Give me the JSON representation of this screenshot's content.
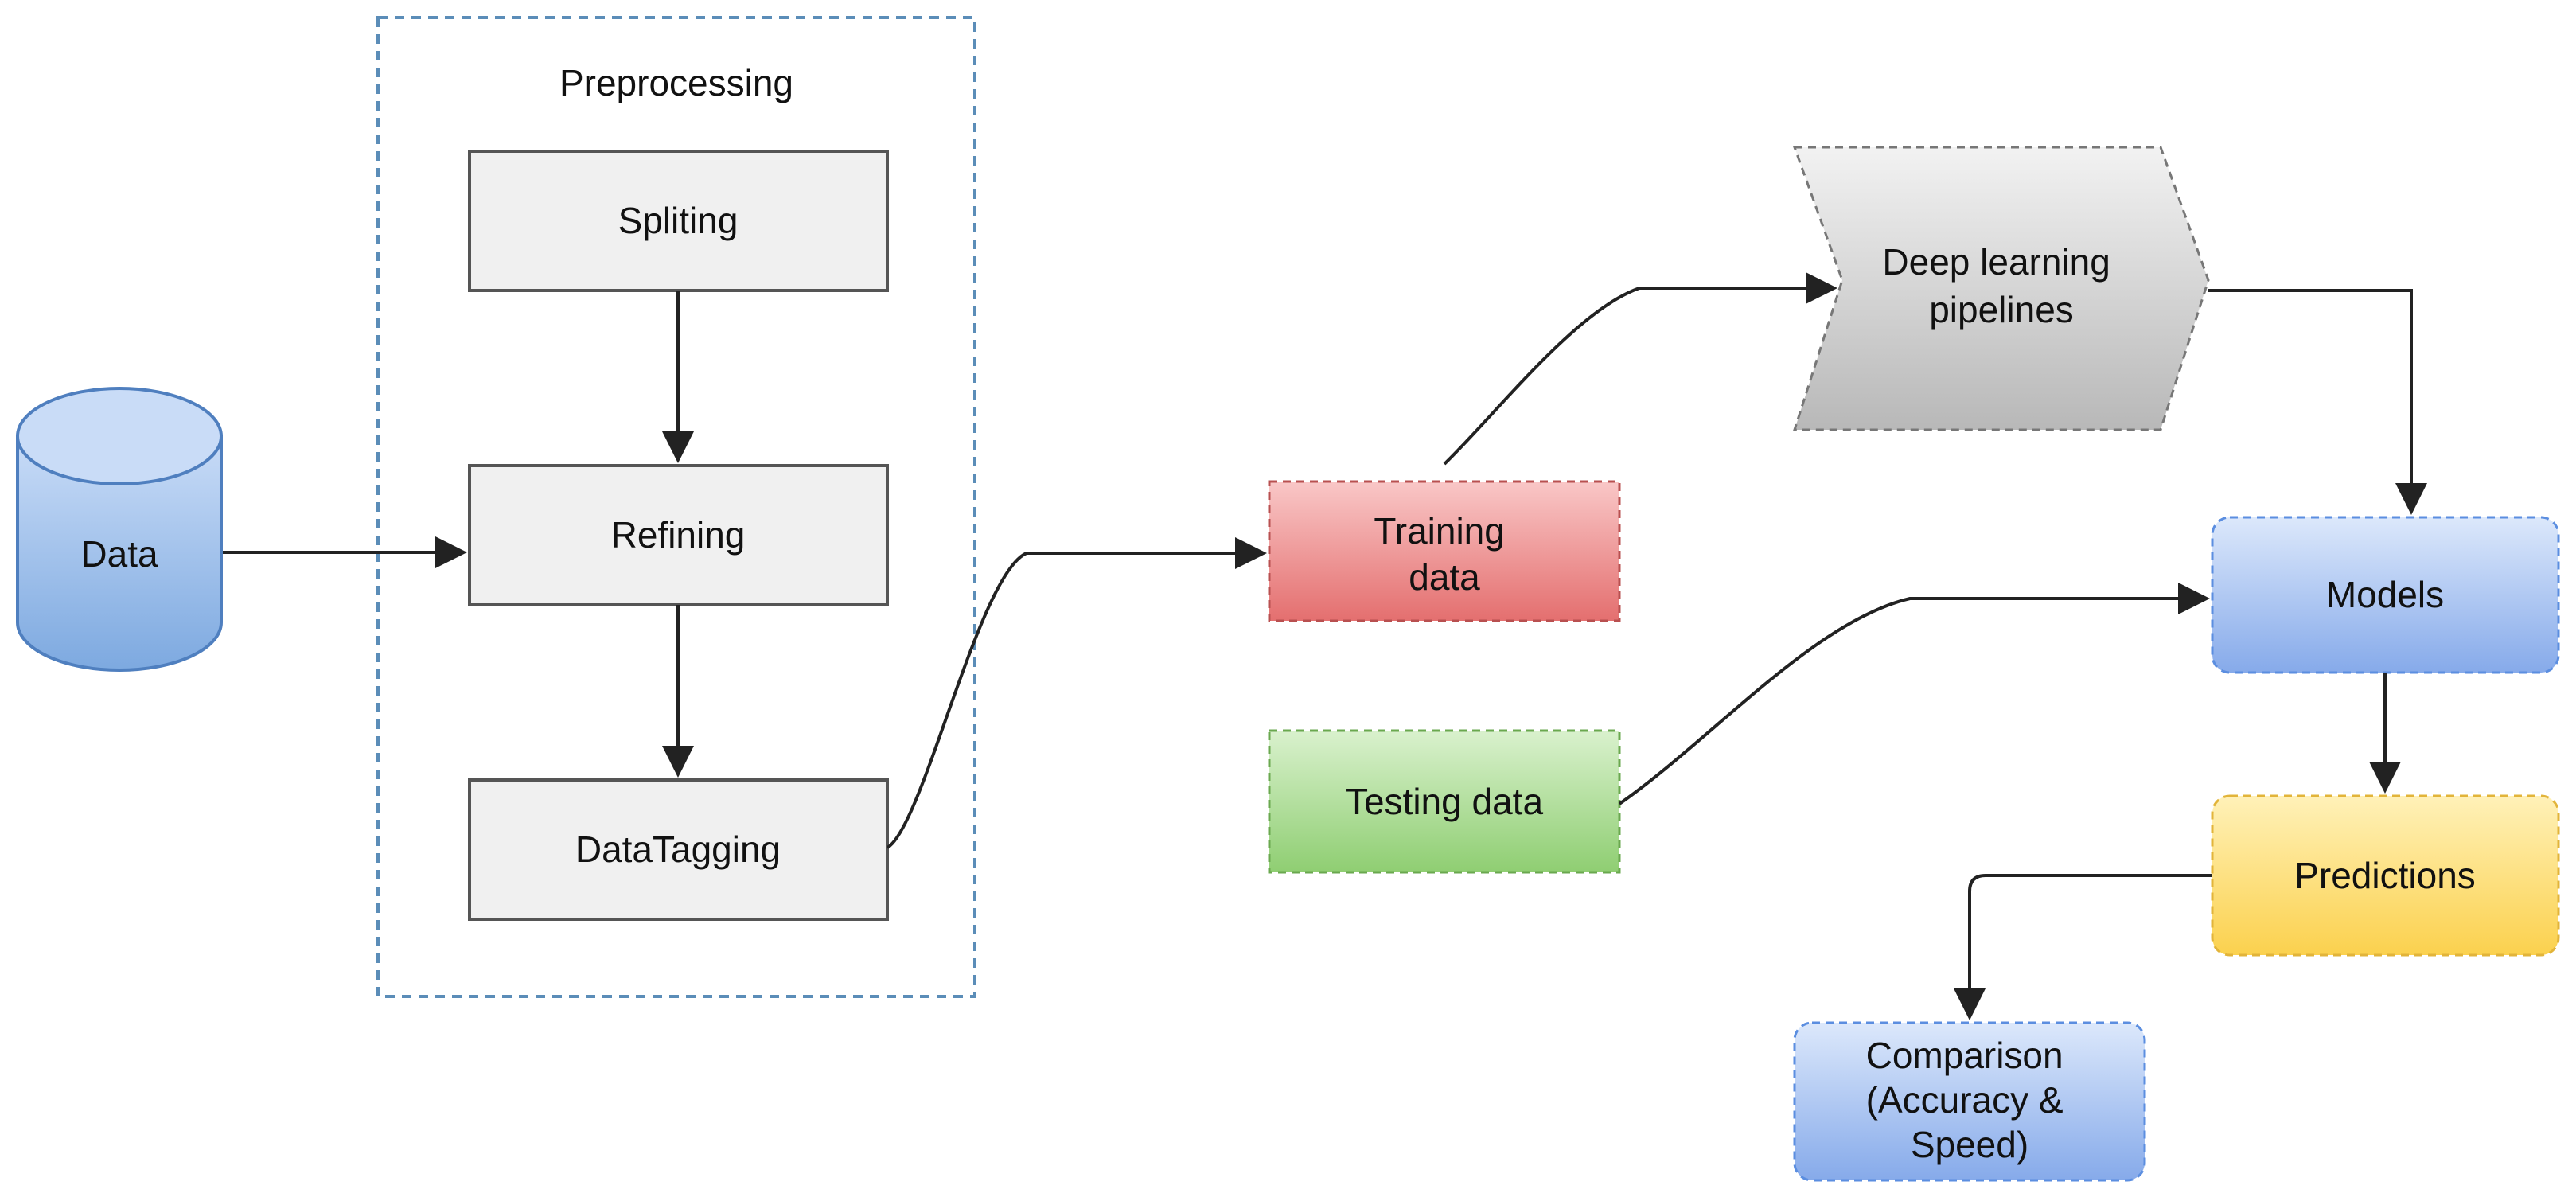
{
  "diagram": {
    "group": {
      "title": "Preprocessing"
    },
    "nodes": {
      "data": {
        "label": "Data",
        "fill": "#7da9e0"
      },
      "spliting": {
        "label": "Spliting",
        "fill": "#f0f0f0"
      },
      "refining": {
        "label": "Refining",
        "fill": "#f0f0f0"
      },
      "data_tagging": {
        "label": "DataTagging",
        "fill": "#f0f0f0"
      },
      "training_data": {
        "label_line1": "Training",
        "label_line2": "data",
        "fill": "#ee8a8a"
      },
      "testing_data": {
        "label": "Testing data",
        "fill": "#a5d98f"
      },
      "deep_learning": {
        "label_line1": "Deep learning",
        "label_line2": "pipelines",
        "fill": "#cfcfcf"
      },
      "models": {
        "label": "Models",
        "fill": "#9fbdf0"
      },
      "predictions": {
        "label": "Predictions",
        "fill": "#fde27a"
      },
      "comparison": {
        "label_line1": "Comparison",
        "label_line2": "(Accuracy &",
        "label_line3": "Speed)",
        "fill": "#9fbdf0"
      }
    },
    "colors": {
      "group_border": "#5b8db8",
      "edge": "#222222",
      "box_border": "#555555"
    }
  }
}
